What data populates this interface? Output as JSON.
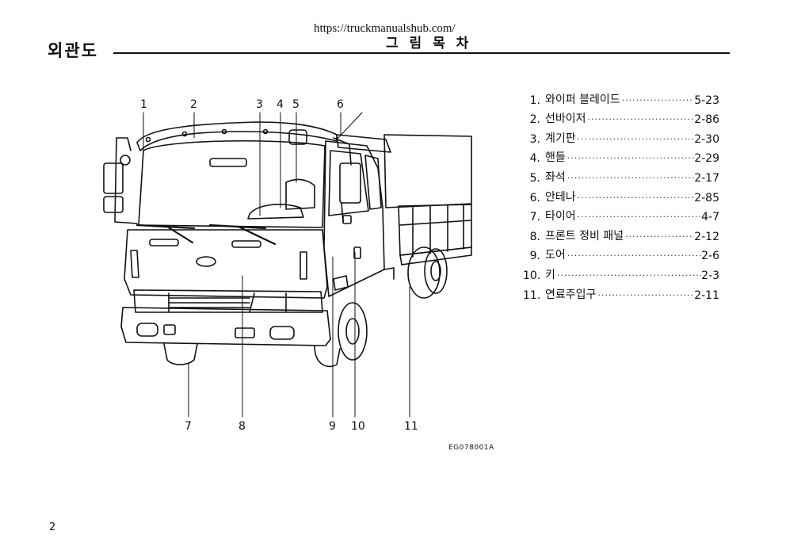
{
  "header": {
    "url": "https://truckmanualshub.com/",
    "subtitle": "그 림 목 차",
    "title": "외관도"
  },
  "diagram": {
    "callouts": [
      "1",
      "2",
      "3",
      "4",
      "5",
      "6",
      "7",
      "8",
      "9",
      "10",
      "11"
    ],
    "figure_code": "EG078001A"
  },
  "toc": {
    "items": [
      {
        "num": "1.",
        "label": "와이퍼 블레이드",
        "page": "5-23"
      },
      {
        "num": "2.",
        "label": "선바이저",
        "page": "2-86"
      },
      {
        "num": "3.",
        "label": "계기판",
        "page": "2-30"
      },
      {
        "num": "4.",
        "label": "핸들",
        "page": "2-29"
      },
      {
        "num": "5.",
        "label": "좌석",
        "page": "2-17"
      },
      {
        "num": "6.",
        "label": "안테나",
        "page": "2-85"
      },
      {
        "num": "7.",
        "label": "타이어",
        "page": "4-7"
      },
      {
        "num": "8.",
        "label": "프론트 정비 패널",
        "page": "2-12"
      },
      {
        "num": "9.",
        "label": "도어",
        "page": "2-6"
      },
      {
        "num": "10.",
        "label": "키",
        "page": "2-3"
      },
      {
        "num": "11.",
        "label": "연료주입구",
        "page": "2-11"
      }
    ]
  },
  "footer": {
    "page_number": "2"
  }
}
